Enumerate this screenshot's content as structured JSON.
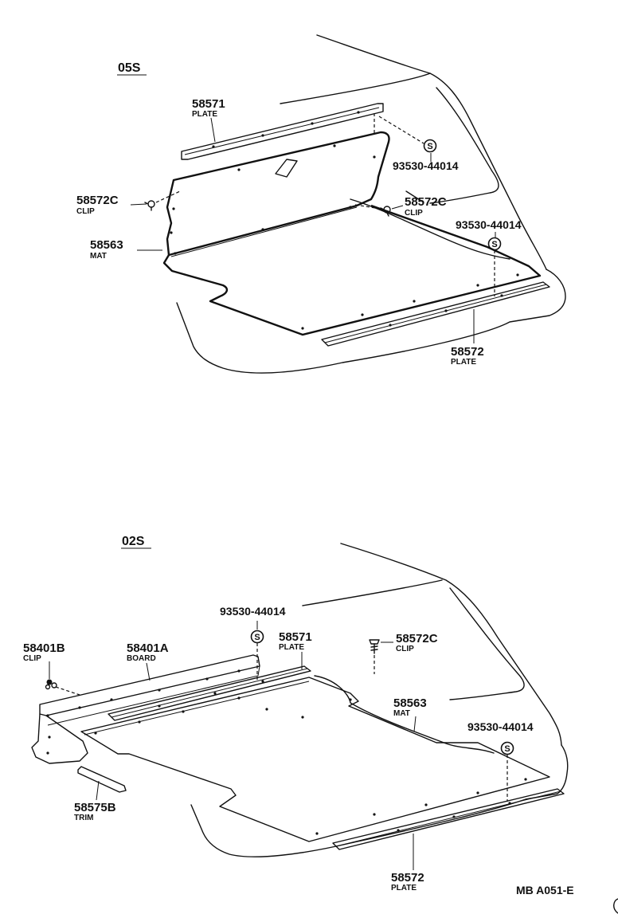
{
  "sections": [
    {
      "label": "05S",
      "parts": [
        {
          "number": "58571",
          "name": "PLATE"
        },
        {
          "number": "93530-44014",
          "name": ""
        },
        {
          "number": "58572C",
          "name": "CLIP"
        },
        {
          "number": "58572C",
          "name": "CLIP"
        },
        {
          "number": "93530-44014",
          "name": ""
        },
        {
          "number": "58563",
          "name": "MAT"
        },
        {
          "number": "58572",
          "name": "PLATE"
        }
      ]
    },
    {
      "label": "02S",
      "parts": [
        {
          "number": "93530-44014",
          "name": ""
        },
        {
          "number": "58571",
          "name": "PLATE"
        },
        {
          "number": "58572C",
          "name": "CLIP"
        },
        {
          "number": "58401B",
          "name": "CLIP"
        },
        {
          "number": "58401A",
          "name": "BOARD"
        },
        {
          "number": "58563",
          "name": "MAT"
        },
        {
          "number": "93530-44014",
          "name": ""
        },
        {
          "number": "58575B",
          "name": "TRIM"
        },
        {
          "number": "58572",
          "name": "PLATE"
        }
      ]
    }
  ],
  "standard_part_symbol": "S",
  "figure_code": "MB A051-E",
  "icons": [
    "screw-icon",
    "clip-icon",
    "standard-part-symbol-icon"
  ]
}
